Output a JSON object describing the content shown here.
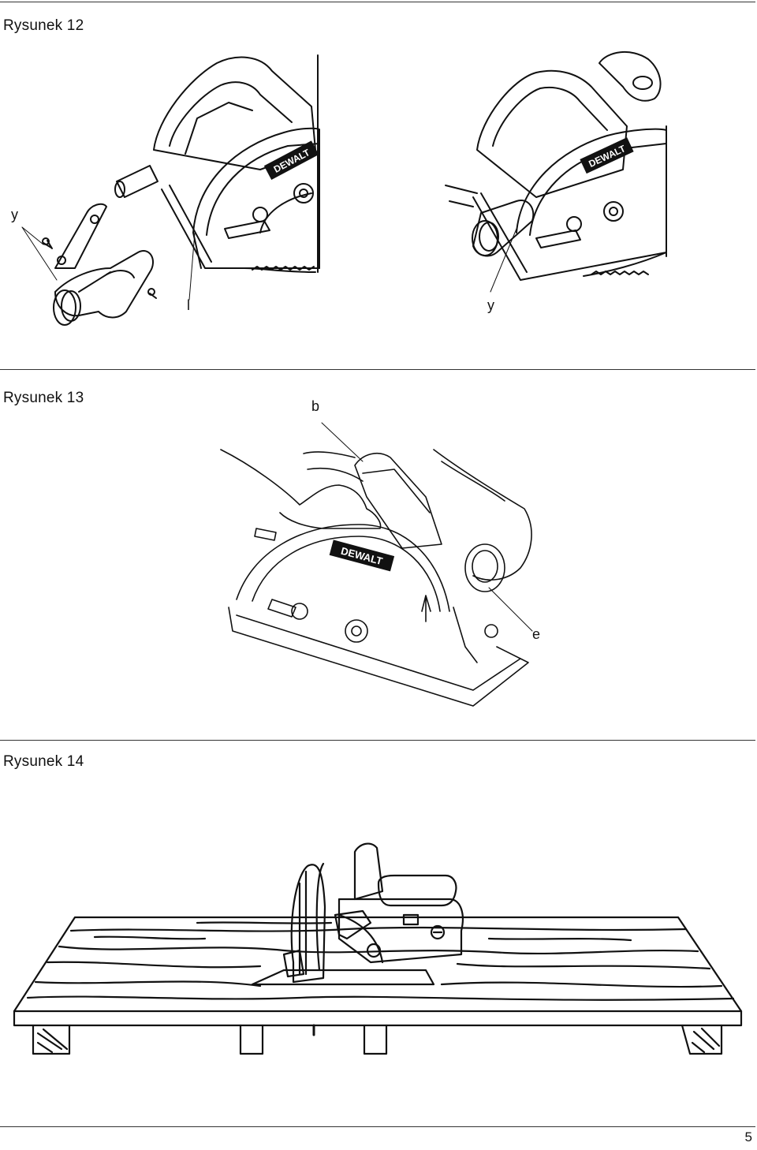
{
  "figures": [
    {
      "caption": "Rysunek 12",
      "callouts": [
        "y",
        "l",
        "y"
      ],
      "brand_marks": [
        "DEWALT",
        "DEWALT"
      ]
    },
    {
      "caption": "Rysunek 13",
      "callouts": [
        "b",
        "e"
      ],
      "brand_marks": [
        "DEWALT"
      ]
    },
    {
      "caption": "Rysunek 14"
    }
  ],
  "page_number": "5",
  "colors": {
    "line": "#111111",
    "background": "#ffffff",
    "rule": "#333333"
  }
}
